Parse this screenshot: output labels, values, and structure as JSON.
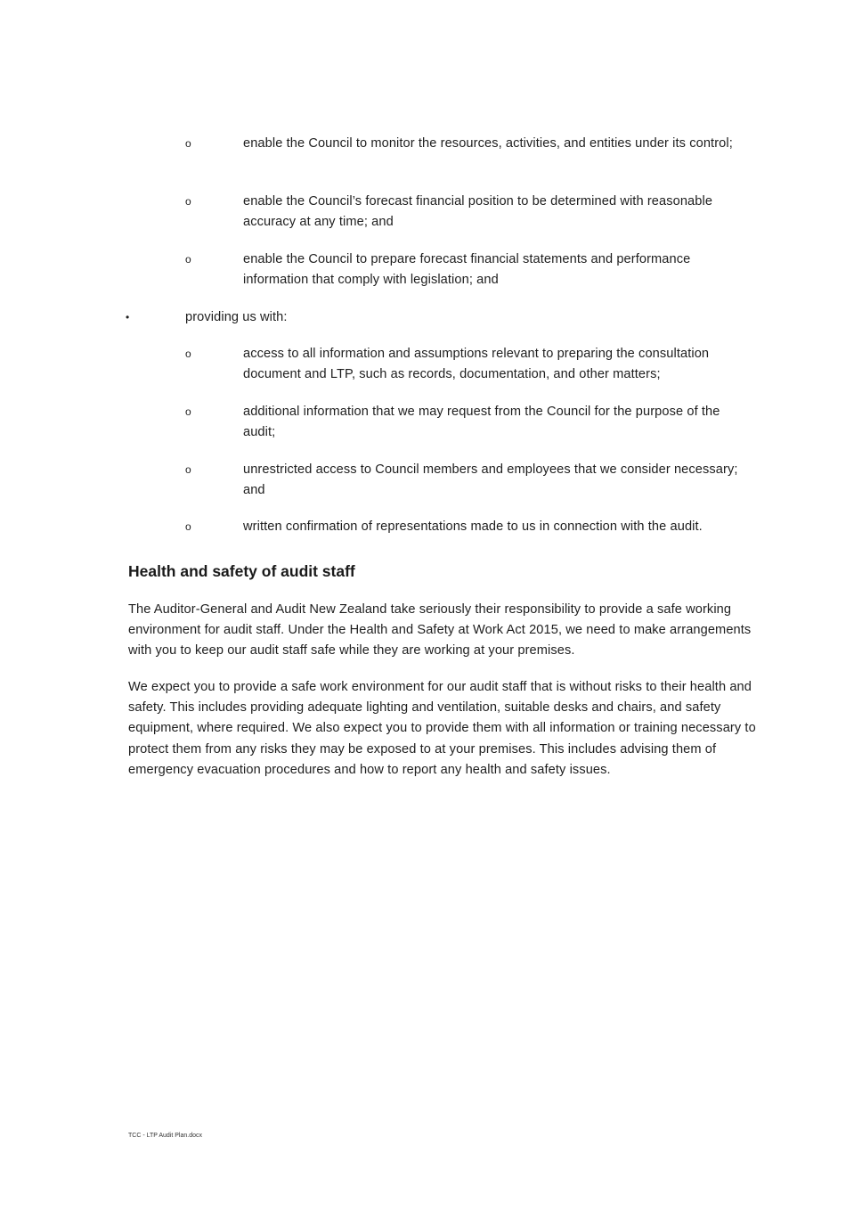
{
  "control_items": [
    {
      "marker": "o",
      "text": "enable the Council to monitor the resources, activities, and entities under its control;"
    },
    {
      "marker": "o",
      "text": "enable the Council’s forecast financial position to be determined with reasonable accuracy at any time; and"
    },
    {
      "marker": "o",
      "text": "enable the Council to prepare forecast financial statements and performance information that comply with legislation; and"
    }
  ],
  "main_bullet": {
    "marker": "•",
    "text": "providing us with:"
  },
  "provide_items": [
    {
      "marker": "o",
      "text": "access to all information and assumptions relevant to preparing the consultation document and LTP, such as records, documentation, and other matters;"
    },
    {
      "marker": "o",
      "text": "additional information that we may request from the Council for the purpose of the audit;"
    },
    {
      "marker": "o",
      "text": "unrestricted access to Council members and employees that we consider necessary; and"
    },
    {
      "marker": "o",
      "text": "written confirmation of representations made to us in connection with the audit."
    }
  ],
  "section": {
    "heading": "Health and safety of audit staff",
    "paragraphs": [
      "The Auditor-General and Audit New Zealand take seriously their responsibility to provide a safe working environment for audit staff. Under the Health and Safety at Work Act 2015, we need to make arrangements with you to keep our audit staff safe while they are working at your premises.",
      "We expect you to provide a safe work environment for our audit staff that is without risks to their health and safety. This includes providing adequate lighting and ventilation, suitable desks and chairs, and safety equipment, where required. We also expect you to provide them with all information or training necessary to protect them from any risks they may be exposed to at your premises. This includes advising them of emergency evacuation procedures and how to report any health and safety issues."
    ]
  },
  "footer": {
    "text": "TCC - LTP Audit Plan.docx"
  }
}
